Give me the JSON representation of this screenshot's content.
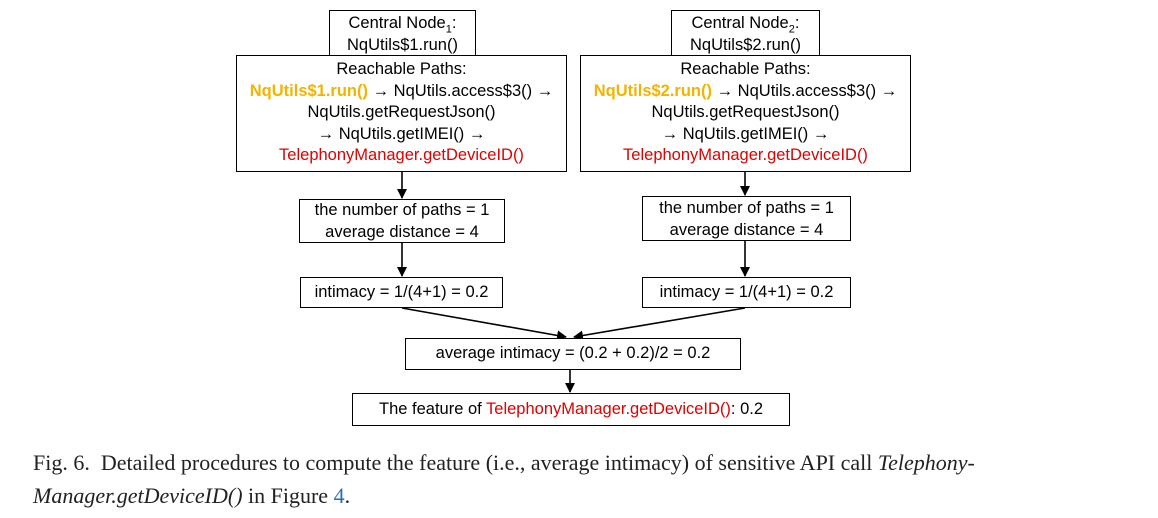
{
  "left": {
    "central_prefix": "Central Node",
    "central_sub": "1",
    "central_suffix": ":",
    "central_method": "NqUtils$1.run()",
    "paths_title": "Reachable Paths:",
    "path_start": "NqUtils$1.run()",
    "path_rest_1": " → NqUtils.access$3() →",
    "path_line_2": "NqUtils.getRequestJson()",
    "path_line_3": "→ NqUtils.getIMEI() →",
    "path_end": "TelephonyManager.getDeviceID()",
    "num_paths": "the number of paths = 1",
    "avg_distance": "average distance = 4",
    "intimacy": "intimacy = 1/(4+1) = 0.2"
  },
  "right": {
    "central_prefix": "Central Node",
    "central_sub": "2",
    "central_suffix": ":",
    "central_method": "NqUtils$2.run()",
    "paths_title": "Reachable Paths:",
    "path_start": "NqUtils$2.run()",
    "path_rest_1": " → NqUtils.access$3() →",
    "path_line_2": "NqUtils.getRequestJson()",
    "path_line_3": "→ NqUtils.getIMEI() →",
    "path_end": "TelephonyManager.getDeviceID()",
    "num_paths": "the number of paths = 1",
    "avg_distance": "average distance = 4",
    "intimacy": "intimacy = 1/(4+1) = 0.2"
  },
  "average": "average intimacy = (0.2 + 0.2)/2 = 0.2",
  "feature": {
    "prefix": "The feature of ",
    "api": "TelephonyManager.getDeviceID()",
    "suffix": ": 0.2"
  },
  "caption": {
    "label": "Fig. 6.",
    "text": "Detailed procedures to compute the feature (i.e., average intimacy) of sensitive API call ",
    "api_italic_1": "Telephony-",
    "api_italic_2": "Manager.getDeviceID()",
    "mid": " in Figure ",
    "ref": "4",
    "end": "."
  },
  "colors": {
    "start_node": "#f2b400",
    "sensitive_api": "#e00000",
    "figure_link": "#2a6fb5"
  }
}
